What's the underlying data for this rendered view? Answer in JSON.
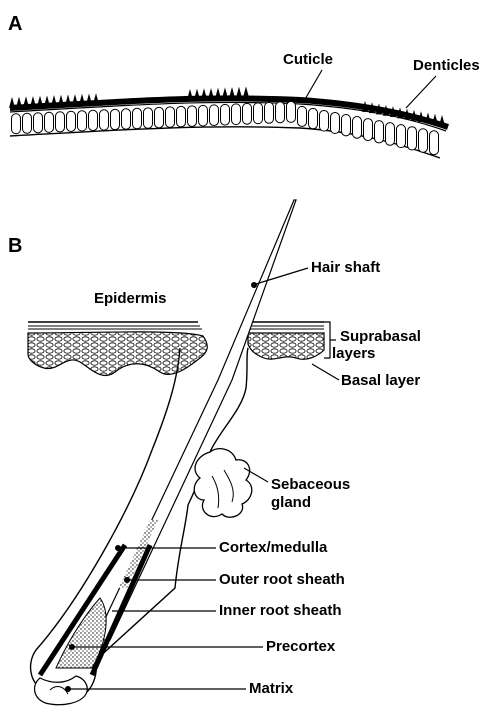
{
  "panel_a": {
    "letter": "A",
    "labels": {
      "cuticle": "Cuticle",
      "denticles": "Denticles"
    }
  },
  "panel_b": {
    "letter": "B",
    "labels": {
      "hair_shaft": "Hair shaft",
      "epidermis": "Epidermis",
      "suprabasal_1": "Suprabasal",
      "suprabasal_2": "layers",
      "basal_layer": "Basal layer",
      "sebaceous_1": "Sebaceous",
      "sebaceous_2": "gland",
      "cortex_medulla": "Cortex/medulla",
      "outer_root_sheath": "Outer root sheath",
      "inner_root_sheath": "Inner root sheath",
      "precortex": "Precortex",
      "matrix": "Matrix"
    }
  }
}
